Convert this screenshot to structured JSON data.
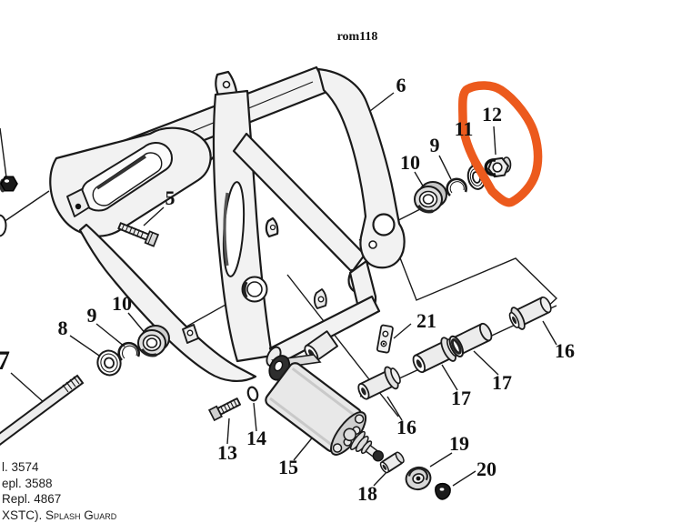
{
  "title": "rom118",
  "callouts": [
    {
      "label": "5"
    },
    {
      "label": "6"
    },
    {
      "label": "7"
    },
    {
      "label": "8"
    },
    {
      "label": "9"
    },
    {
      "label": "10"
    },
    {
      "label": "10"
    },
    {
      "label": "9"
    },
    {
      "label": "11"
    },
    {
      "label": "12"
    },
    {
      "label": "13"
    },
    {
      "label": "14"
    },
    {
      "label": "15"
    },
    {
      "label": "16"
    },
    {
      "label": "17"
    },
    {
      "label": "17"
    },
    {
      "label": "16"
    },
    {
      "label": "18"
    },
    {
      "label": "19"
    },
    {
      "label": "20"
    },
    {
      "label": "21"
    }
  ],
  "footer": {
    "lines": [
      "l. 3574",
      "epl. 3588",
      "Repl. 4867",
      "XSTC). Splash Guard"
    ]
  },
  "highlight": {
    "color": "#EC5A1D",
    "marks": "hand-drawn circle around callout 12 and its hex nut"
  },
  "colors": {
    "background": "#ffffff",
    "line": "#1a1a1a",
    "frame_fill": "#f2f2f2"
  }
}
